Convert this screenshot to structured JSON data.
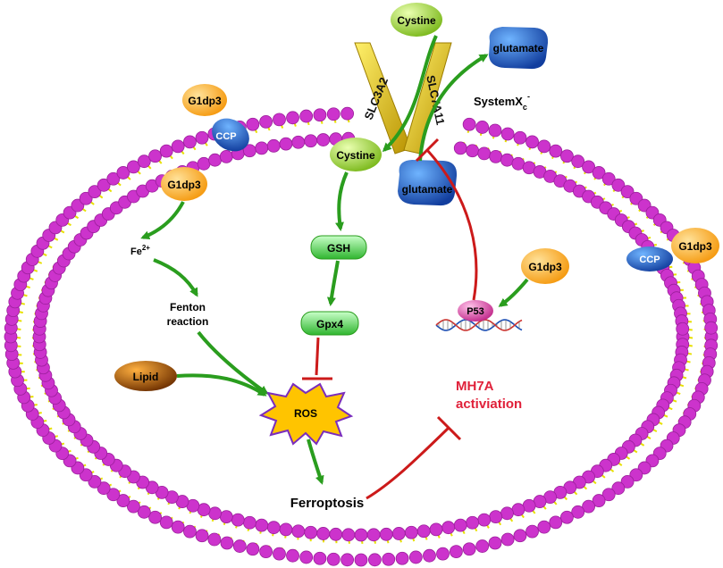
{
  "labels": {
    "g1dp3": "G1dp3",
    "ccp": "CCP",
    "cystine": "Cystine",
    "glutamate": "glutamate",
    "slc3a2": "SLC3A2",
    "slc7a11": "SLC7A11",
    "system_xc_main": "SystemX",
    "system_xc_sub": "c",
    "system_xc_sup": "-",
    "fe": "Fe",
    "fe_sup": "2+",
    "fenton_line1": "Fenton",
    "fenton_line2": "reaction",
    "lipid": "Lipid",
    "ros": "ROS",
    "gsh": "GSH",
    "gpx4": "Gpx4",
    "p53": "P53",
    "mh7a_line1": "MH7A",
    "mh7a_line2": "activiation",
    "ferroptosis": "Ferroptosis"
  },
  "colors": {
    "membrane_head": "#cc33cc",
    "membrane_tail": "#e8e000",
    "activation_arrow": "#2a9d1e",
    "inhibition": "#cc1a1a",
    "g1dp3": "#f5a623",
    "ccp": "#1f5fd0",
    "cystine": "#a6d63a",
    "glutamate": "#1f5fd0",
    "transporter": "#d6b800",
    "gsh_gpx4": "#4ccf4c",
    "lipid": "#a0500f",
    "ros_fill": "#ffc400",
    "ros_stroke": "#7a2dbd",
    "p53": "#e455b0",
    "mh7a_text": "#e0213a"
  }
}
